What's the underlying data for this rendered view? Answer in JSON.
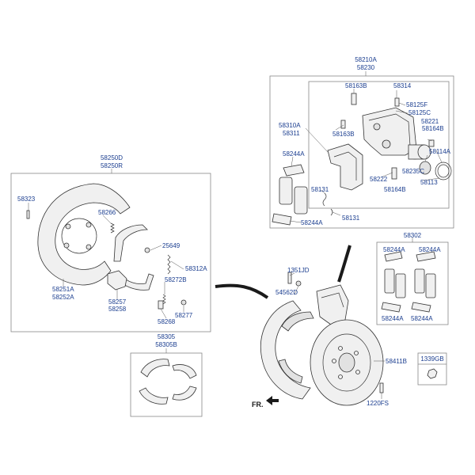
{
  "labels": {
    "l_58210A": "58210A",
    "l_58230": "58230",
    "l_58163B_top": "58163B",
    "l_58314": "58314",
    "l_58125F": "58125F",
    "l_58125C": "58125C",
    "l_58221": "58221",
    "l_58164B_top": "58164B",
    "l_58310A": "58310A",
    "l_58311": "58311",
    "l_58163B_mid": "58163B",
    "l_58114A": "58114A",
    "l_58244A_1": "58244A",
    "l_58235C": "58235C",
    "l_58222": "58222",
    "l_58113": "58113",
    "l_58164B_low": "58164B",
    "l_58131_a": "58131",
    "l_58131_b": "58131",
    "l_58244A_2": "58244A",
    "l_58250D": "58250D",
    "l_58250R": "58250R",
    "l_58323": "58323",
    "l_58266": "58266",
    "l_25649": "25649",
    "l_58312A": "58312A",
    "l_58272B": "58272B",
    "l_58251A": "58251A",
    "l_58252A": "58252A",
    "l_58257": "58257",
    "l_58258": "58258",
    "l_58277": "58277",
    "l_58268": "58268",
    "l_58302": "58302",
    "l_58244A_3": "58244A",
    "l_58244A_4": "58244A",
    "l_58244A_5": "58244A",
    "l_58244A_6": "58244A",
    "l_1351JD": "1351JD",
    "l_54562D": "54562D",
    "l_58305": "58305",
    "l_58305B": "58305B",
    "l_58411B": "58411B",
    "l_1339GB": "1339GB",
    "l_1220FS": "1220FS",
    "l_FR": "FR."
  }
}
